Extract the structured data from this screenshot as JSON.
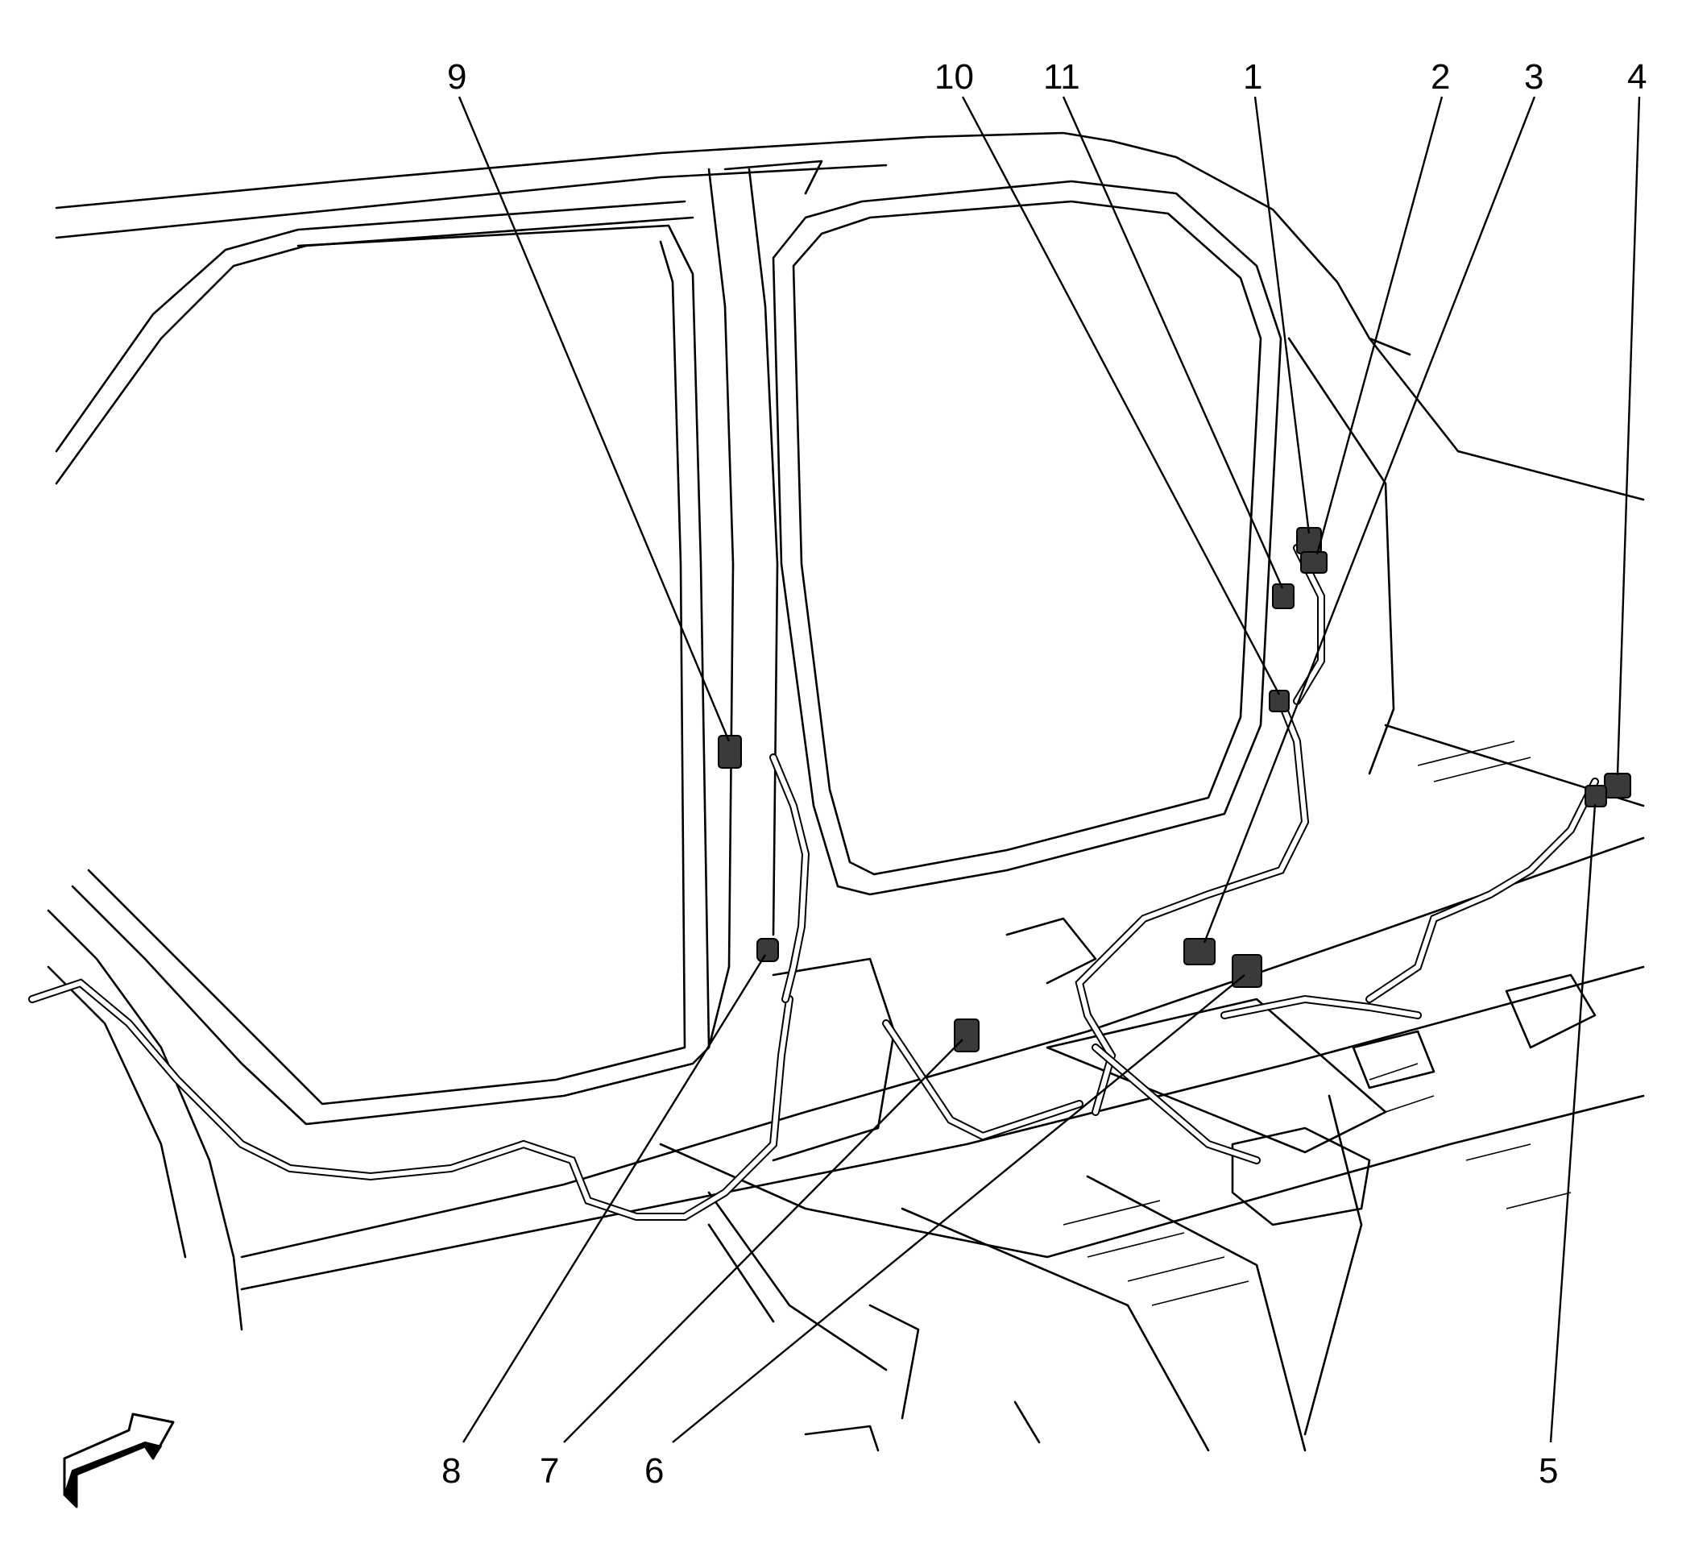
{
  "figure": {
    "callouts": [
      {
        "id": "c1",
        "label": "1"
      },
      {
        "id": "c2",
        "label": "2"
      },
      {
        "id": "c3",
        "label": "3"
      },
      {
        "id": "c4",
        "label": "4"
      },
      {
        "id": "c5",
        "label": "5"
      },
      {
        "id": "c6",
        "label": "6"
      },
      {
        "id": "c7",
        "label": "7"
      },
      {
        "id": "c8",
        "label": "8"
      },
      {
        "id": "c9",
        "label": "9"
      },
      {
        "id": "c10",
        "label": "10"
      },
      {
        "id": "c11",
        "label": "11"
      }
    ],
    "direction_arrow_icon": "forward-arrow-icon"
  }
}
